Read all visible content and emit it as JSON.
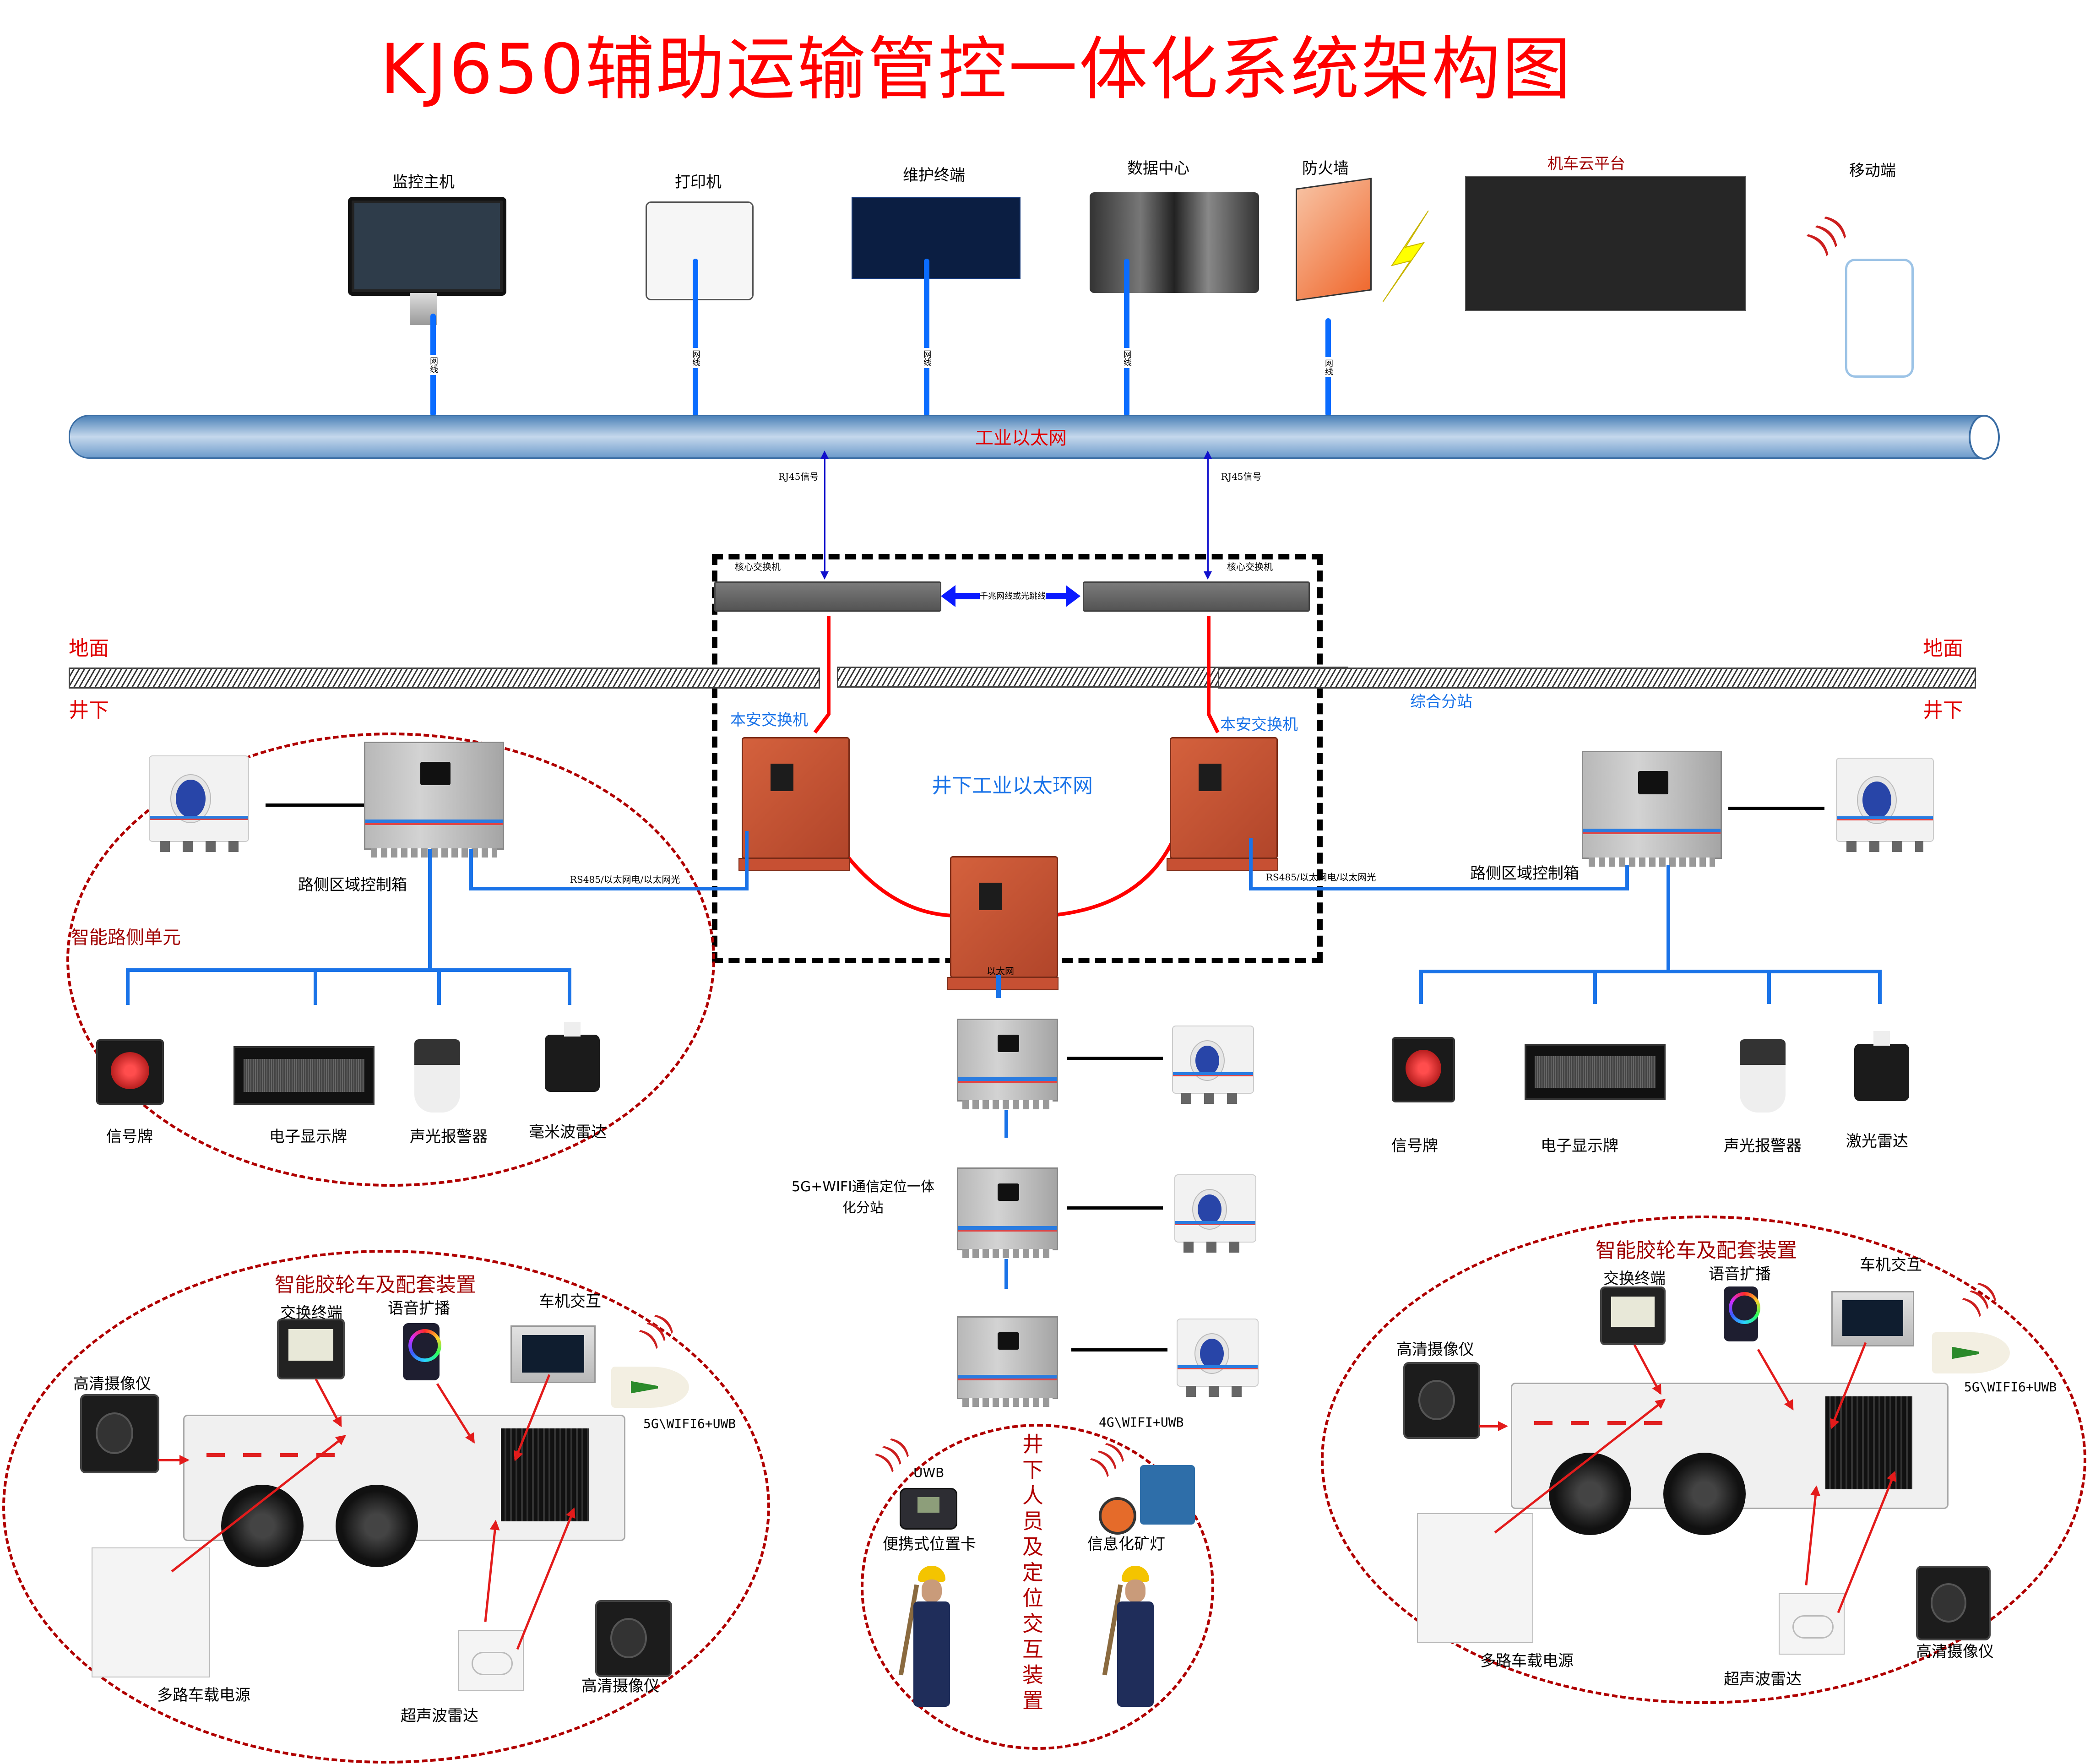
{
  "title": "KJ650辅助运输管控一体化系统架构图",
  "top_devices": [
    {
      "label": "监控主机",
      "icon": "monitor-icon"
    },
    {
      "label": "打印机",
      "icon": "printer-icon"
    },
    {
      "label": "维护终端",
      "icon": "dashboard-icon"
    },
    {
      "label": "数据中心",
      "icon": "server-icon"
    },
    {
      "label": "防火墙",
      "icon": "firewall-icon"
    },
    {
      "label": "机车云平台",
      "icon": "cloud-platform-icon"
    },
    {
      "label": "移动端",
      "icon": "mobile-phone-icon"
    }
  ],
  "wire_label": "网线",
  "backbone": {
    "label": "工业以太网"
  },
  "rj45_label": "RJ45信号",
  "core_switch_label": "核心交换机",
  "switch_link_label": "千兆网线或光跳线",
  "ground": {
    "surface": "地面",
    "underground": "井下"
  },
  "safety_switch_label": "本安交换机",
  "ring_label": "井下工业以太环网",
  "substation_label": "综合分站",
  "ethernet_label": "以太网",
  "link_label": "RS485/以太网电/以太网光",
  "roadside_box_label": "路侧区域控制箱",
  "roadside_unit": {
    "title": "智能路侧单元",
    "left_devices": [
      "信号牌",
      "电子显示牌",
      "声光报警器",
      "毫米波雷达"
    ],
    "right_devices": [
      "信号牌",
      "电子显示牌",
      "声光报警器",
      "激光雷达"
    ]
  },
  "comm_station_label": "5G+WIFI通信定位一体化分站",
  "vehicle": {
    "title": "智能胶轮车及配套装置",
    "components": {
      "switch_terminal": "交换终端",
      "voice_broadcast": "语音扩播",
      "hmi": "车机交互",
      "camera": "高清摄像仪",
      "wireless": "5G\\WIFI6+UWB",
      "power": "多路车载电源",
      "ultrasonic": "超声波雷达"
    }
  },
  "personnel": {
    "title": "井下人员及定位交互装置",
    "card_label": "便携式位置卡",
    "card_tech": "UWB",
    "lamp_label": "信息化矿灯",
    "lamp_tech": "4G\\WIFI+UWB"
  },
  "colors": {
    "title": "#ff0000",
    "accent_blue": "#1a73e8",
    "ring_red": "#e31b1b",
    "zone_red": "#b00000"
  }
}
